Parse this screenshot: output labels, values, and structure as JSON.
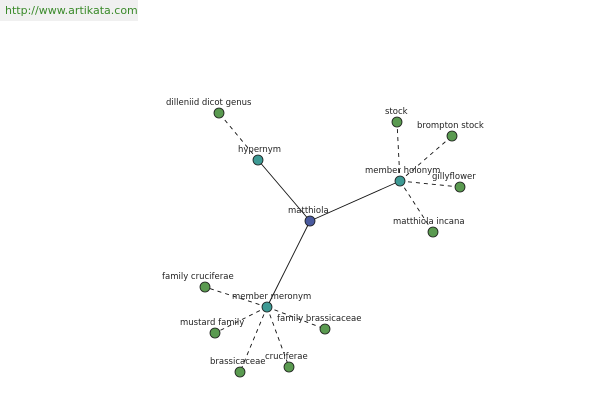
{
  "site_url": "http://www.artikata.com",
  "colors": {
    "center_node": "#4a5a9e",
    "relation_node": "#3e9a94",
    "leaf_node": "#5a9a50",
    "edge": "#111111",
    "banner_text": "#3a8a2a"
  },
  "graph": {
    "center": {
      "id": "matthiola",
      "label": "matthiola"
    },
    "relations": [
      {
        "id": "hypernym",
        "label": "hypernym",
        "leaves": [
          {
            "id": "dilleniid-dicot-genus",
            "label": "dilleniid dicot genus"
          }
        ]
      },
      {
        "id": "member-holonym",
        "label": "member holonym",
        "leaves": [
          {
            "id": "stock",
            "label": "stock"
          },
          {
            "id": "brompton-stock",
            "label": "brompton stock"
          },
          {
            "id": "gillyflower",
            "label": "gillyflower"
          },
          {
            "id": "matthiola-incana",
            "label": "matthiola incana"
          }
        ]
      },
      {
        "id": "member-meronym",
        "label": "member meronym",
        "leaves": [
          {
            "id": "family-cruciferae",
            "label": "family cruciferae"
          },
          {
            "id": "mustard-family",
            "label": "mustard family"
          },
          {
            "id": "family-brassicaceae",
            "label": "family brassicaceae"
          },
          {
            "id": "cruciferae",
            "label": "cruciferae"
          },
          {
            "id": "brassicaceae",
            "label": "brassicaceae"
          }
        ]
      }
    ]
  }
}
